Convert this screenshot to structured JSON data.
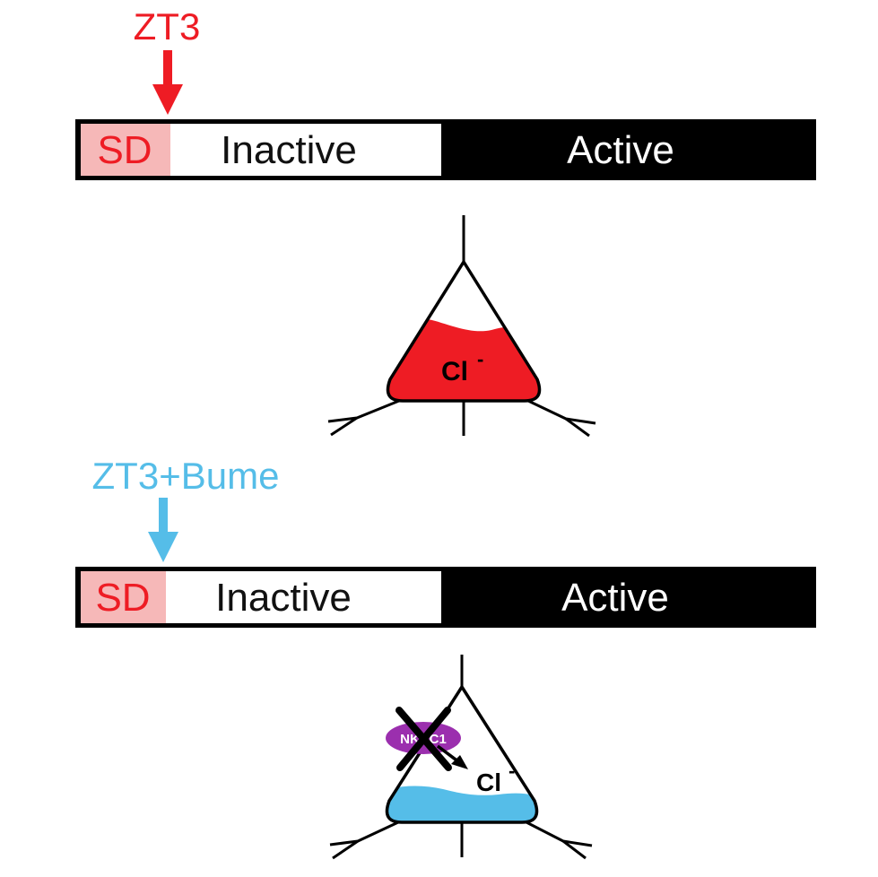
{
  "colors": {
    "red": "#ee1c24",
    "sd_fill": "#f6b8b8",
    "blue": "#55bde8",
    "purple": "#9b2fae",
    "black": "#000000",
    "white": "#ffffff"
  },
  "panel_top": {
    "arrow_label": "ZT3",
    "sd_label": "SD",
    "inactive_label": "Inactive",
    "active_label": "Active",
    "ion_label": "Cl",
    "ion_charge": "-"
  },
  "panel_bottom": {
    "arrow_label": "ZT3+Bume",
    "sd_label": "SD",
    "inactive_label": "Inactive",
    "active_label": "Active",
    "transporter_label": "NKCC1",
    "ion_label": "Cl",
    "ion_charge": "-"
  }
}
